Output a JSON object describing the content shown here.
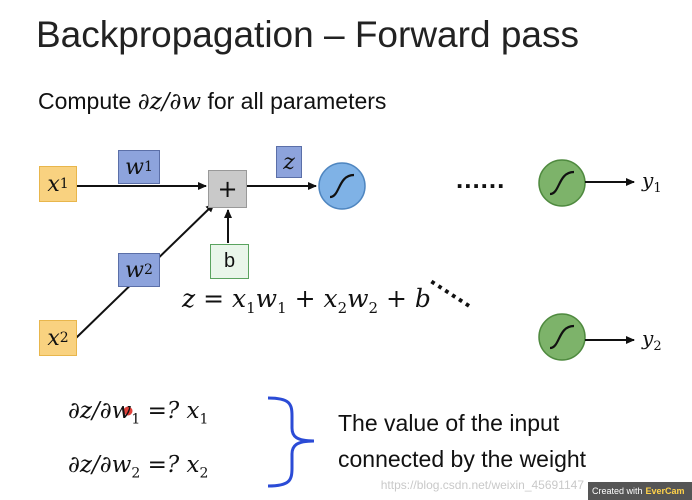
{
  "title": "Backpropagation – Forward pass",
  "subtitle": {
    "prefix": "Compute ",
    "math": "∂z/∂w",
    "suffix": " for all parameters"
  },
  "nodes": {
    "x1": {
      "base": "x",
      "sub": "1"
    },
    "x2": {
      "base": "x",
      "sub": "2"
    },
    "w1": {
      "base": "w",
      "sub": "1"
    },
    "w2": {
      "base": "w",
      "sub": "2"
    },
    "sum": "+",
    "bias": "b",
    "z": "z",
    "y1": {
      "base": "y",
      "sub": "1"
    },
    "y2": {
      "base": "y",
      "sub": "2"
    },
    "dots_h": "......",
    "dots_d": "......"
  },
  "equation": {
    "lhs": "z = x",
    "s1": "1",
    "w": "w",
    "s2": "1",
    "plus": " + x",
    "s3": "2",
    "w2": "w",
    "s4": "2",
    "tail": " + b"
  },
  "derivatives": [
    {
      "expr": "∂z/∂w",
      "sub": "1",
      "eq": " =?  x",
      "xsub": "1"
    },
    {
      "expr": "∂z/∂w",
      "sub": "2",
      "eq": " =?  x",
      "xsub": "2"
    }
  ],
  "explanation": [
    "The value of the input",
    "connected by the weight"
  ],
  "watermark": "https://blog.csdn.net/weixin_45691147",
  "badge": {
    "prefix": "Created with",
    "brand": "EverCam"
  },
  "colors": {
    "input": "#f9d280",
    "weight": "#8da3dc",
    "sum": "#c9c9c9",
    "bias": "#e9f6ea",
    "neuron_blue": "#7fb2e6",
    "neuron_green": "#7db36a",
    "brace": "#2b4bd6"
  }
}
